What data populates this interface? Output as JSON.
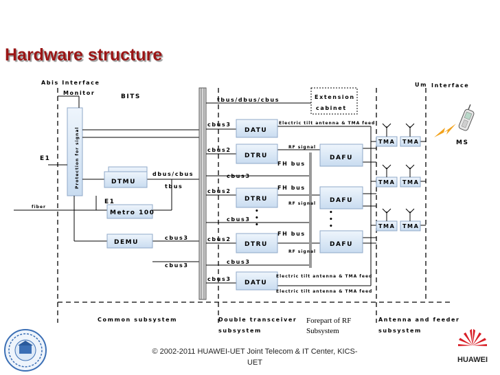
{
  "title": "Hardware structure",
  "labels": {
    "abis": "Abis Interface",
    "monitor": "Monitor",
    "bits": "BITS",
    "protection": "Protection for signal",
    "e1_left": "E1",
    "fiber": "fiber",
    "dtmu": "DTMU",
    "e1_mid": "E1",
    "metro": "Metro 100",
    "demu": "DEMU",
    "dbus_cbus": "dbus/cbus",
    "tbus": "tbus",
    "cbus3_a": "cbus3",
    "cbus3_b": "cbus3",
    "tbus_dbus_cbus": "tbus/dbus/cbus",
    "ext_cabinet_1": "Extension",
    "ext_cabinet_2": "cabinet",
    "um": "Um",
    "um_interface": "Interface",
    "ms": "MS",
    "elec_tilt": "Electric tilt antenna & TMA feed",
    "rf_signal": "RF signal",
    "fh_bus": "FH bus",
    "cbus3": "cbus3",
    "cbus2": "cbus2",
    "datu": "DATU",
    "dtru": "DTRU",
    "dafu": "DAFU",
    "tma": "TMA",
    "dot": "•",
    "common": "Common subsystem",
    "double_1": "Double transceiver",
    "double_2": "subsystem",
    "forepart_1": "Forepart of RF",
    "forepart_2": "Subsystem",
    "antenna_1": "Antenna and feeder",
    "antenna_2": "subsystem"
  },
  "footer": {
    "line1": "© 2002-2011 HUAWEI-UET Joint Telecom & IT Center, KICS-",
    "line2": "UET"
  },
  "logo": {
    "text": "HUAWEI",
    "color": "#d81e26"
  },
  "colors": {
    "title": "#9a1515",
    "box_fill": "#dbe9f7",
    "box_border": "#8fa8c8",
    "lightning": "#f2a21b"
  }
}
